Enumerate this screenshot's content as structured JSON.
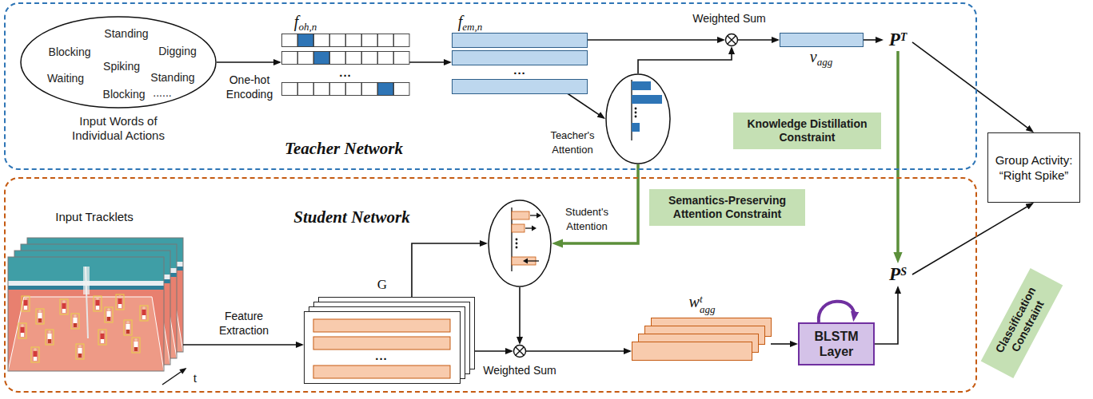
{
  "diagram": {
    "nodes": [
      {
        "text": [
          "Teacher Network"
        ]
      },
      {
        "text": [
          "Standing",
          "Blocking",
          "Digging",
          "Spiking",
          "Waiting",
          "Standing",
          "Blocking",
          "......",
          "Input Words of Individual Actions"
        ],
        "in": 0
      },
      {
        "text": [
          "f",
          "oh,n",
          "..."
        ],
        "in": 0
      },
      {
        "text": [
          "f",
          "em,n",
          "..."
        ],
        "in": 0
      },
      {
        "text": [
          "Teacher's Attention"
        ],
        "in": 0
      },
      {
        "text": [
          "Weighted Sum"
        ],
        "in": 0
      },
      {
        "text": [
          "v",
          "agg"
        ],
        "in": 0
      },
      {
        "text": [
          "P",
          "T"
        ],
        "in": 0
      },
      {
        "text": [
          "Knowledge Distillation Constraint"
        ],
        "in": 0
      },
      {
        "text": [
          "Student Network"
        ]
      },
      {
        "text": [
          "Input Tracklets"
        ],
        "in": 9
      },
      {
        "text": [
          "G",
          "..."
        ],
        "in": 9
      },
      {
        "text": [
          "Student's Attention"
        ],
        "in": 9
      },
      {
        "text": [
          "Weighted Sum"
        ],
        "in": 9
      },
      {
        "text": [
          "w",
          "t",
          "agg"
        ],
        "in": 9
      },
      {
        "text": [
          "BLSTM Layer"
        ],
        "in": 9
      },
      {
        "text": [
          "P",
          "S"
        ],
        "in": 9
      },
      {
        "text": [
          "Semantics-Preserving Attention Constraint"
        ],
        "in": 9
      },
      {
        "text": [
          "Classification Constraint"
        ]
      },
      {
        "text": [
          "Group Activity: “Right Spike”"
        ]
      }
    ],
    "edges": [
      {
        "from": 1,
        "to": 2,
        "arrow": "to",
        "label": "One-hot Encoding"
      },
      {
        "from": 2,
        "to": 3,
        "arrow": "to"
      },
      {
        "from": 3,
        "to": 5,
        "arrow": "to"
      },
      {
        "from": 3,
        "to": 4,
        "arrow": "to"
      },
      {
        "from": 4,
        "to": 5,
        "arrow": "to"
      },
      {
        "from": 5,
        "to": 6,
        "arrow": "to"
      },
      {
        "from": 6,
        "to": 7,
        "arrow": "to"
      },
      {
        "from": 7,
        "to": 19,
        "arrow": "to"
      },
      {
        "from": 7,
        "to": 16,
        "arrow": "to"
      },
      {
        "from": 4,
        "to": 12,
        "arrow": "to"
      },
      {
        "from": 10,
        "to": 11,
        "arrow": "to",
        "label": "Feature Extraction"
      },
      {
        "from": 11,
        "to": 12,
        "arrow": "to"
      },
      {
        "from": 12,
        "to": 13,
        "arrow": "to"
      },
      {
        "from": 11,
        "to": 13,
        "arrow": "to"
      },
      {
        "from": 13,
        "to": 14,
        "arrow": "to"
      },
      {
        "from": 14,
        "to": 15,
        "arrow": "to"
      },
      {
        "from": 15,
        "to": 16,
        "arrow": "to"
      },
      {
        "from": 16,
        "to": 19,
        "arrow": "to"
      }
    ],
    "labels": [
      "t"
    ]
  }
}
